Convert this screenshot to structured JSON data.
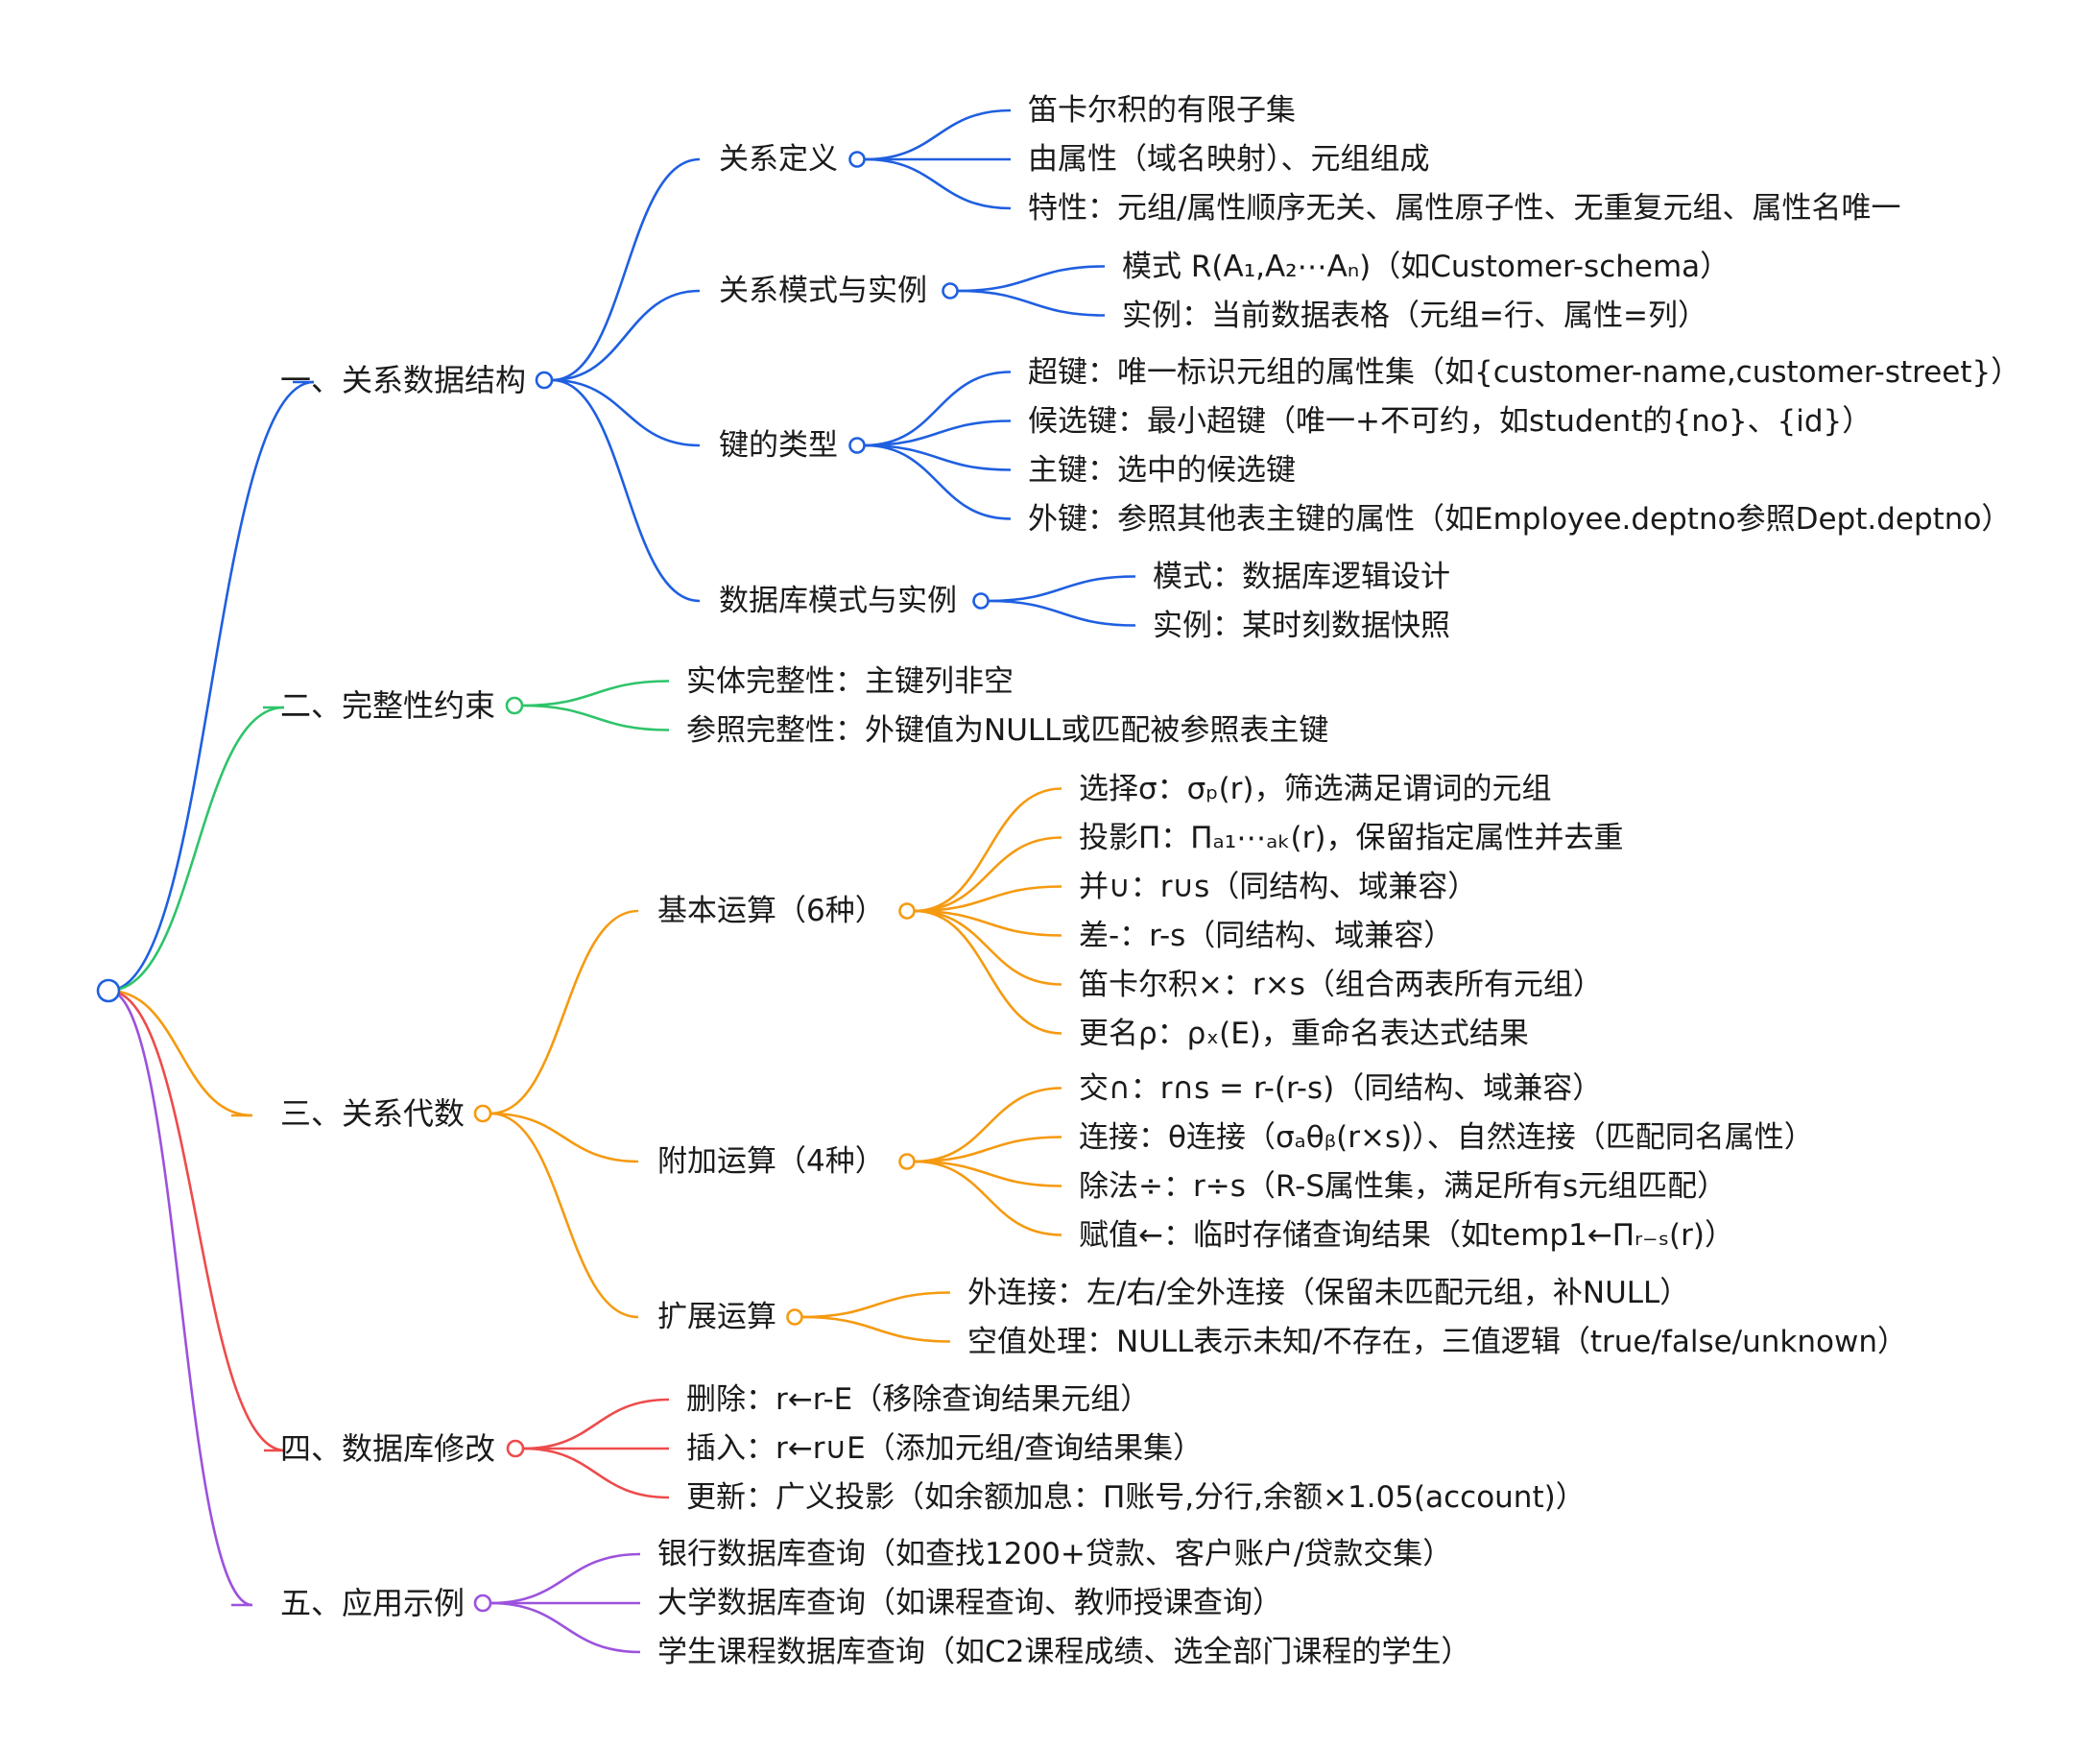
{
  "colors": {
    "branch1": "#1f5fe0",
    "branch2": "#2ec46a",
    "branch3": "#f59a10",
    "branch4": "#ee4b4b",
    "branch5": "#9c52dd",
    "root": "#1f5fe0",
    "text": "#1a1a1a"
  },
  "branches": [
    {
      "label": "一、关系数据结构",
      "color_key": "branch1",
      "children": [
        {
          "label": "关系定义",
          "children": [
            "笛卡尔积的有限子集",
            "由属性（域名映射）、元组组成",
            "特性：元组/属性顺序无关、属性原子性、无重复元组、属性名唯一"
          ]
        },
        {
          "label": "关系模式与实例",
          "children": [
            "模式 R(A₁,A₂⋯Aₙ)（如Customer-schema）",
            "实例：当前数据表格（元组=行、属性=列）"
          ]
        },
        {
          "label": "键的类型",
          "children": [
            "超键：唯一标识元组的属性集（如{customer-name,customer-street}）",
            "候选键：最小超键（唯一+不可约，如student的{no}、{id}）",
            "主键：选中的候选键",
            "外键：参照其他表主键的属性（如Employee.deptno参照Dept.deptno）"
          ]
        },
        {
          "label": "数据库模式与实例",
          "children": [
            "模式：数据库逻辑设计",
            "实例：某时刻数据快照"
          ]
        }
      ]
    },
    {
      "label": "二、完整性约束",
      "color_key": "branch2",
      "leaves": [
        "实体完整性：主键列非空",
        "参照完整性：外键值为NULL或匹配被参照表主键"
      ]
    },
    {
      "label": "三、关系代数",
      "color_key": "branch3",
      "children": [
        {
          "label": "基本运算（6种）",
          "children": [
            "选择σ：σₚ(r)，筛选满足谓词的元组",
            "投影Π：Πₐ₁⋯ₐₖ(r)，保留指定属性并去重",
            "并∪：r∪s（同结构、域兼容）",
            "差-：r-s（同结构、域兼容）",
            "笛卡尔积×：r×s（组合两表所有元组）",
            "更名ρ：ρₓ(E)，重命名表达式结果"
          ]
        },
        {
          "label": "附加运算（4种）",
          "children": [
            "交∩：r∩s = r-(r-s)（同结构、域兼容）",
            "连接：θ连接（σₐθᵦ(r×s)）、自然连接（匹配同名属性）",
            "除法÷：r÷s（R-S属性集，满足所有s元组匹配）",
            "赋值←：临时存储查询结果（如temp1←Πᵣ₋ₛ(r)）"
          ]
        },
        {
          "label": "扩展运算",
          "children": [
            "外连接：左/右/全外连接（保留未匹配元组，补NULL）",
            "空值处理：NULL表示未知/不存在，三值逻辑（true/false/unknown）"
          ]
        }
      ]
    },
    {
      "label": "四、数据库修改",
      "color_key": "branch4",
      "leaves": [
        "删除：r←r-E（移除查询结果元组）",
        "插入：r←r∪E（添加元组/查询结果集）",
        "更新：广义投影（如余额加息：Π账号,分行,余额×1.05(account)）"
      ]
    },
    {
      "label": "五、应用示例",
      "color_key": "branch5",
      "leaves": [
        "银行数据库查询（如查找1200+贷款、客户账户/贷款交集）",
        "大学数据库查询（如课程查询、教师授课查询）",
        "学生课程数据库查询（如C2课程成绩、选全部门课程的学生）"
      ]
    }
  ]
}
